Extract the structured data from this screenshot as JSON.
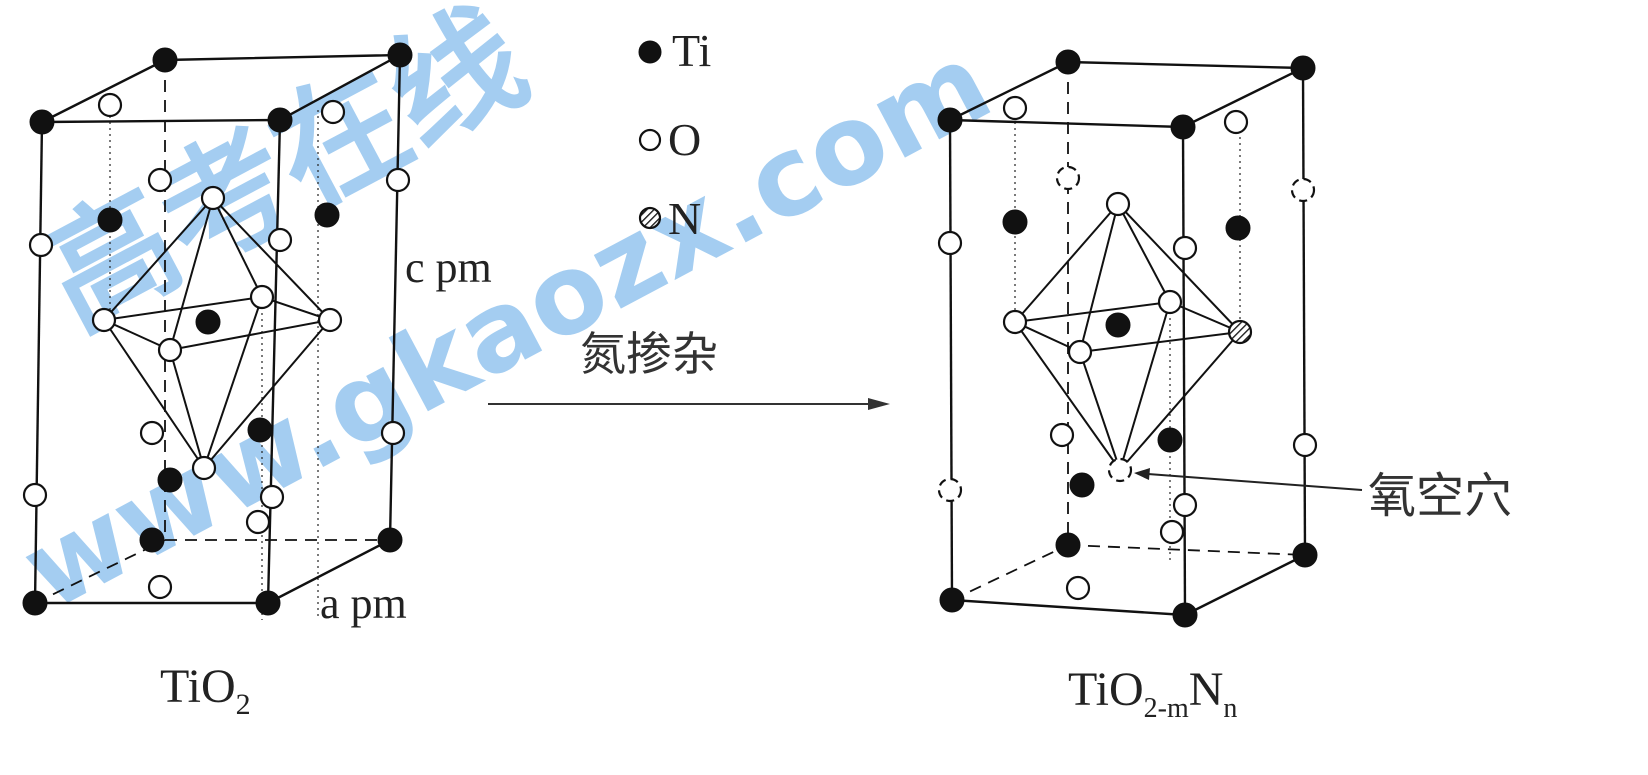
{
  "legend": [
    {
      "symbol": "Ti",
      "label": "Ti"
    },
    {
      "symbol": "O",
      "label": "O"
    },
    {
      "symbol": "N",
      "label": "N"
    }
  ],
  "left_cell": {
    "formula_base": "TiO",
    "formula_sub": "2",
    "c_label": "c pm",
    "a_label": "a pm"
  },
  "right_cell": {
    "formula_base": "TiO",
    "formula_sub1": "2-m",
    "formula_mid": "N",
    "formula_sub2": "n",
    "vacancy_label": "氧空穴"
  },
  "arrow_label": "氮掺杂",
  "watermark": {
    "chars": "高考在线",
    "site": "www.gkaozx.com"
  },
  "colors": {
    "ink": "#111111",
    "watermark": "#5aa6e6"
  }
}
